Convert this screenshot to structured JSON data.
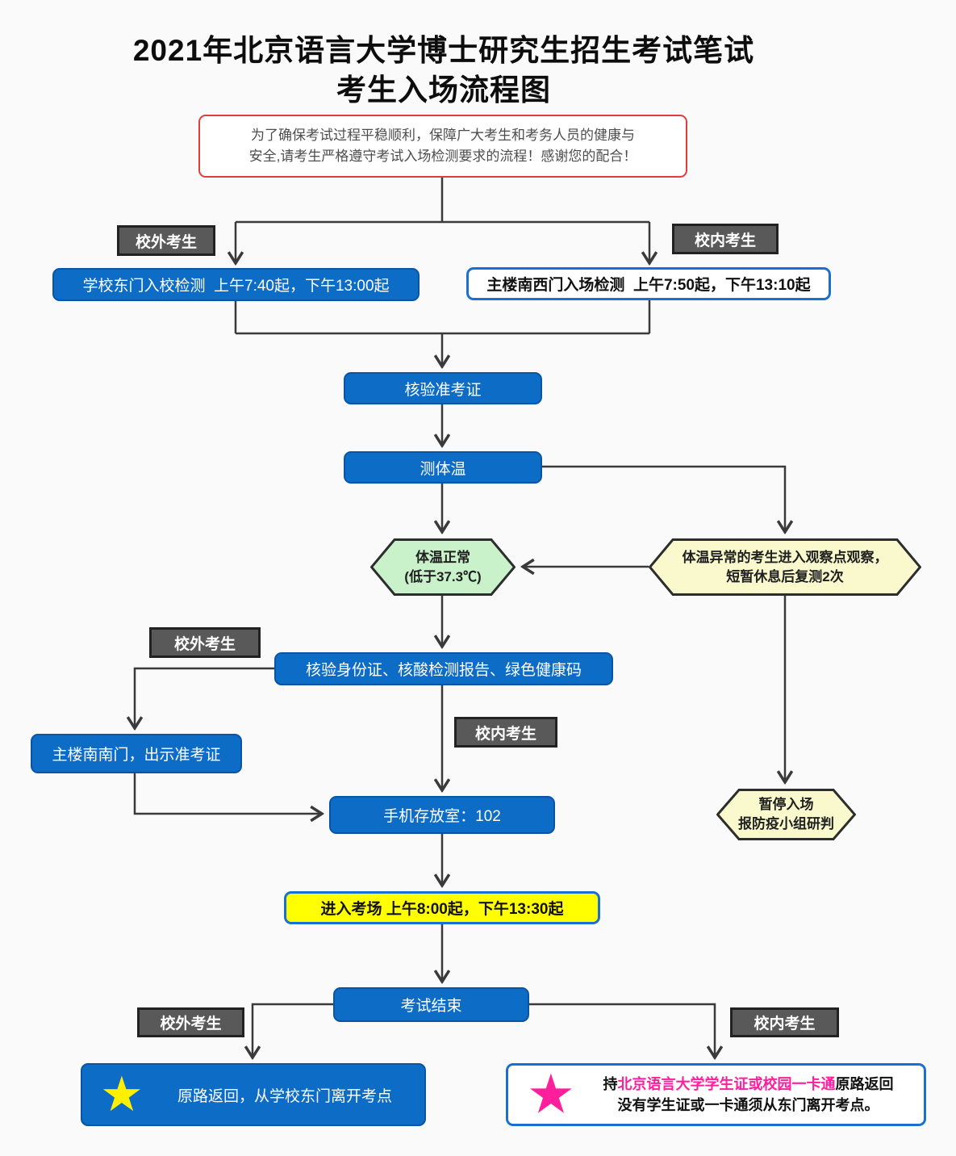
{
  "title": {
    "line1": "2021年北京语言大学博士研究生招生考试笔试",
    "line2": "考生入场流程图"
  },
  "notice": {
    "line1": "为了确保考试过程平稳顺利，保障广大考生和考务人员的健康与",
    "line2": "安全,请考生严格遵守考试入场检测要求的流程！感谢您的配合！"
  },
  "labels": {
    "off_campus": "校外考生",
    "on_campus": "校内考生"
  },
  "nodes": {
    "east_gate": "学校东门入校检测  上午7:40起，下午13:00起",
    "southwest_gate": "主楼南西门入场检测  上午7:50起，下午13:10起",
    "check_ticket": "核验准考证",
    "temp_check": "测体温",
    "temp_normal_line1": "体温正常",
    "temp_normal_line2": "(低于37.3℃)",
    "temp_abnormal_line1": "体温异常的考生进入观察点观察，",
    "temp_abnormal_line2": "短暂休息后复测2次",
    "check_id": "核验身份证、核酸检测报告、绿色健康码",
    "south_south_gate": "主楼南南门，出示准考证",
    "phone_room": "手机存放室：102",
    "pause_entry_line1": "暂停入场",
    "pause_entry_line2": "报防疫小组研判",
    "enter_room": "进入考场 上午8:00起，下午13:30起",
    "exam_end": "考试结束",
    "exit_left": "原路返回，从学校东门离开考点",
    "exit_right_prefix": "持",
    "exit_right_highlight": "北京语言大学学生证或校园一卡通",
    "exit_right_suffix": "原路返回",
    "exit_right_line2": "没有学生证或一卡通须从东门离开考点。"
  },
  "icons": {
    "star": "★"
  },
  "colors": {
    "node_blue": "#0d6cc6",
    "label_gray": "#595959",
    "hex_green": "#c9f2cb",
    "hex_yellow": "#f9f9cd",
    "highlight_yellow": "#ffff00",
    "notice_red": "#e23c3c",
    "accent_pink": "#ff1f9c",
    "star_yellow": "#fff000",
    "border_blue": "#1a6fd4",
    "connector_gray": "#3a3a3a"
  }
}
